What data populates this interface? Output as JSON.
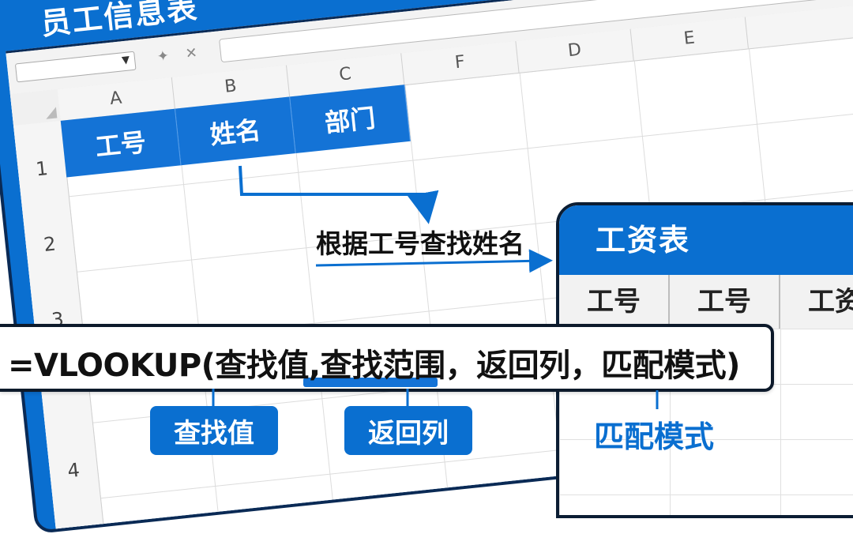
{
  "employee_sheet": {
    "title": "员工信息表",
    "columns": [
      "A",
      "B",
      "C",
      "F",
      "D",
      "E"
    ],
    "rows": [
      "1",
      "2",
      "3",
      "4"
    ],
    "header_cells": [
      "工号",
      "姓名",
      "部门"
    ]
  },
  "salary_sheet": {
    "title": "工资表",
    "header_cells": [
      "工号",
      "工号",
      "工资"
    ]
  },
  "annotation": {
    "lookup_note": "根据工号查找姓名"
  },
  "formula": {
    "text": "=VLOOKUP(查找值,查找范围，返回列，匹配模式)"
  },
  "tags": {
    "lookup_value": "查找值",
    "return_column": "返回列",
    "match_mode": "匹配模式"
  },
  "colors": {
    "accent_blue": "#0a6fd0",
    "dark_outline": "#0d1a2b"
  }
}
